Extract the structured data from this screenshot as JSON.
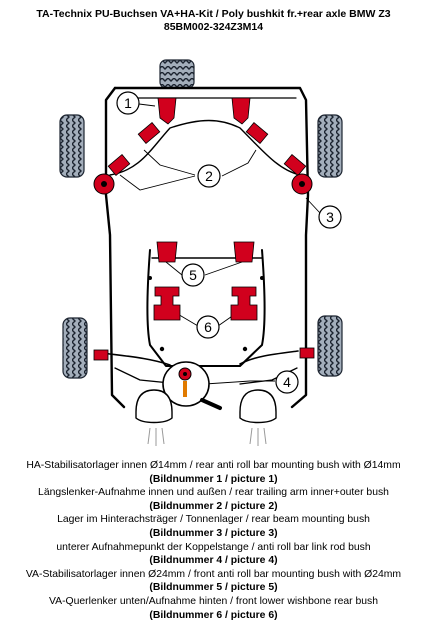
{
  "title": {
    "line1": "TA-Technix PU-Buchsen VA+HA-Kit / Poly bushkit fr.+rear axle BMW Z3",
    "line2": "85BM002-324Z3M14"
  },
  "callouts": [
    "1",
    "2",
    "3",
    "4",
    "5",
    "6"
  ],
  "colors": {
    "bush": "#d1001d",
    "frame": "#000000",
    "tire": "#9aa6b4",
    "tread": "#1c2430"
  },
  "icons": [
    "tire-icon",
    "bushing-icon",
    "exhaust-icon",
    "callout-circle-icon"
  ],
  "captions": [
    {
      "text": "HA-Stabilisatorlager innen Ø14mm / rear anti roll bar mounting bush with Ø14mm",
      "ref": "(Bildnummer 1 / picture 1)"
    },
    {
      "text": "Längslenker-Aufnahme innen und außen / rear trailing arm inner+outer bush",
      "ref": "(Bildnummer 2 / picture 2)"
    },
    {
      "text": "Lager im Hinterachsträger / Tonnenlager / rear beam mounting bush",
      "ref": "(Bildnummer 3 / picture 3)"
    },
    {
      "text": "unterer Aufnahmepunkt der Koppelstange / anti roll bar link rod bush",
      "ref": "(Bildnummer 4 / picture 4)"
    },
    {
      "text": "VA-Stabilisatorlager innen Ø24mm / front anti roll bar mounting bush with Ø24mm",
      "ref": "(Bildnummer 5 / picture 5)"
    },
    {
      "text": "VA-Querlenker unten/Aufnahme hinten / front lower wishbone rear bush",
      "ref": "(Bildnummer 6 / picture 6)"
    }
  ]
}
